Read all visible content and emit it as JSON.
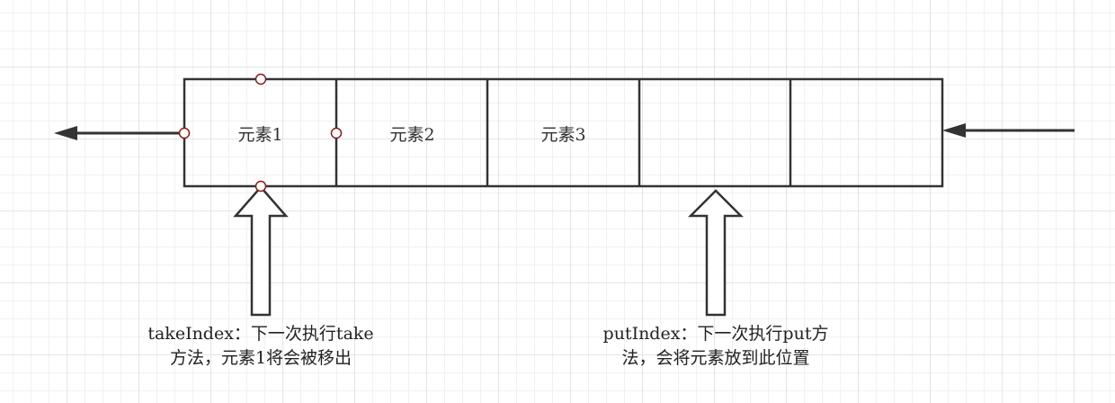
{
  "queue": {
    "cells": [
      {
        "label": "元素1"
      },
      {
        "label": "元素2"
      },
      {
        "label": "元素3"
      },
      {
        "label": ""
      },
      {
        "label": ""
      }
    ]
  },
  "take_caption": {
    "line1": "takeIndex：下一次执行take",
    "line2": "方法，元素1将会被移出"
  },
  "put_caption": {
    "line1": "putIndex：下一次执行put方",
    "line2": "法，会将元素放到此位置"
  },
  "colors": {
    "stroke": "#333333",
    "handle": "#8b1a1a",
    "grid": "#e4e4e4"
  }
}
